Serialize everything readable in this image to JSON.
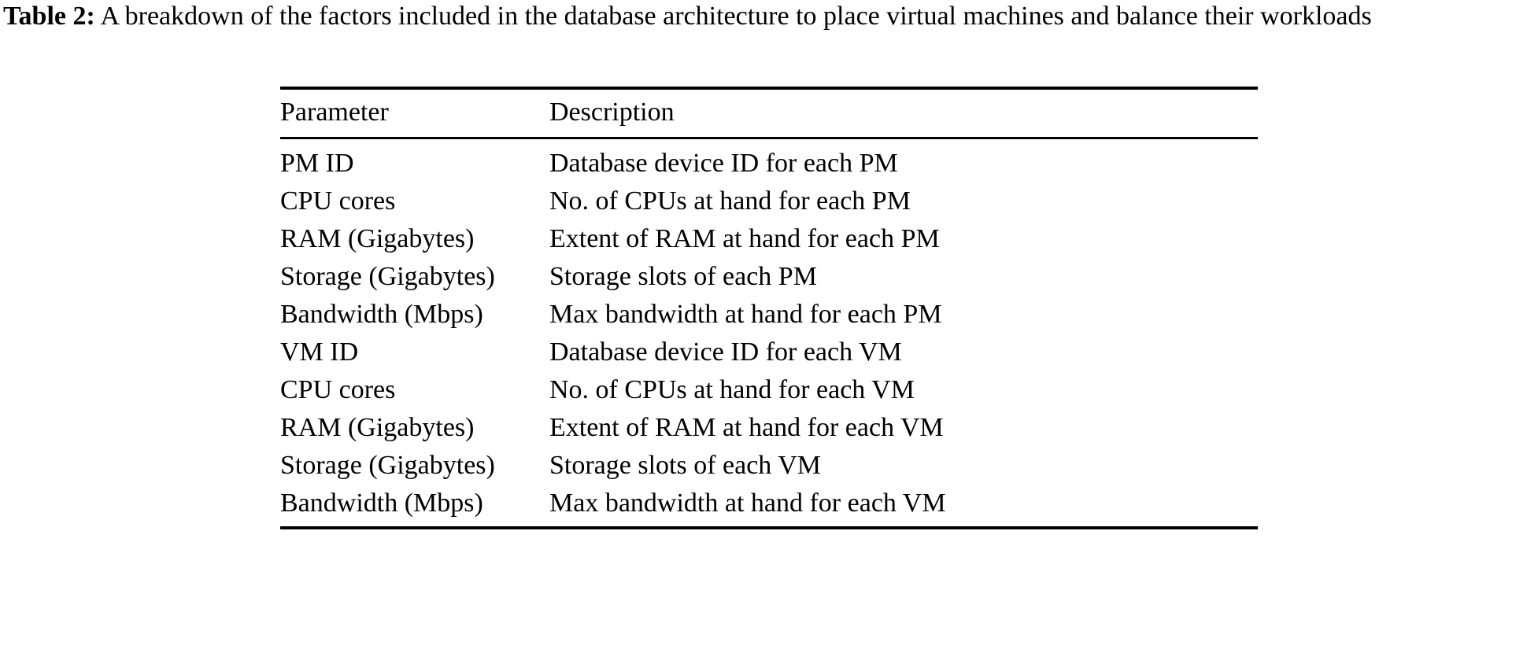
{
  "caption": {
    "label": "Table 2:",
    "text": " A breakdown of the factors included in the database architecture to place virtual machines and balance their workloads"
  },
  "table": {
    "columns": [
      "Parameter",
      "Description"
    ],
    "rows": [
      {
        "parameter": "PM ID",
        "description": "Database device ID for each PM"
      },
      {
        "parameter": "CPU cores",
        "description": "No. of CPUs at hand for each PM"
      },
      {
        "parameter": "RAM (Gigabytes)",
        "description": "Extent of RAM at hand for each PM"
      },
      {
        "parameter": "Storage (Gigabytes)",
        "description": "Storage slots of each PM"
      },
      {
        "parameter": "Bandwidth (Mbps)",
        "description": "Max bandwidth at hand for each PM"
      },
      {
        "parameter": "VM ID",
        "description": "Database device ID for each VM"
      },
      {
        "parameter": "CPU cores",
        "description": "No. of CPUs at hand for each VM"
      },
      {
        "parameter": "RAM (Gigabytes)",
        "description": "Extent of RAM at hand for each VM"
      },
      {
        "parameter": "Storage (Gigabytes)",
        "description": "Storage slots of each VM"
      },
      {
        "parameter": "Bandwidth (Mbps)",
        "description": "Max bandwidth at hand for each VM"
      }
    ]
  },
  "colors": {
    "text": "#000000",
    "background": "#ffffff",
    "rule": "#000000"
  }
}
